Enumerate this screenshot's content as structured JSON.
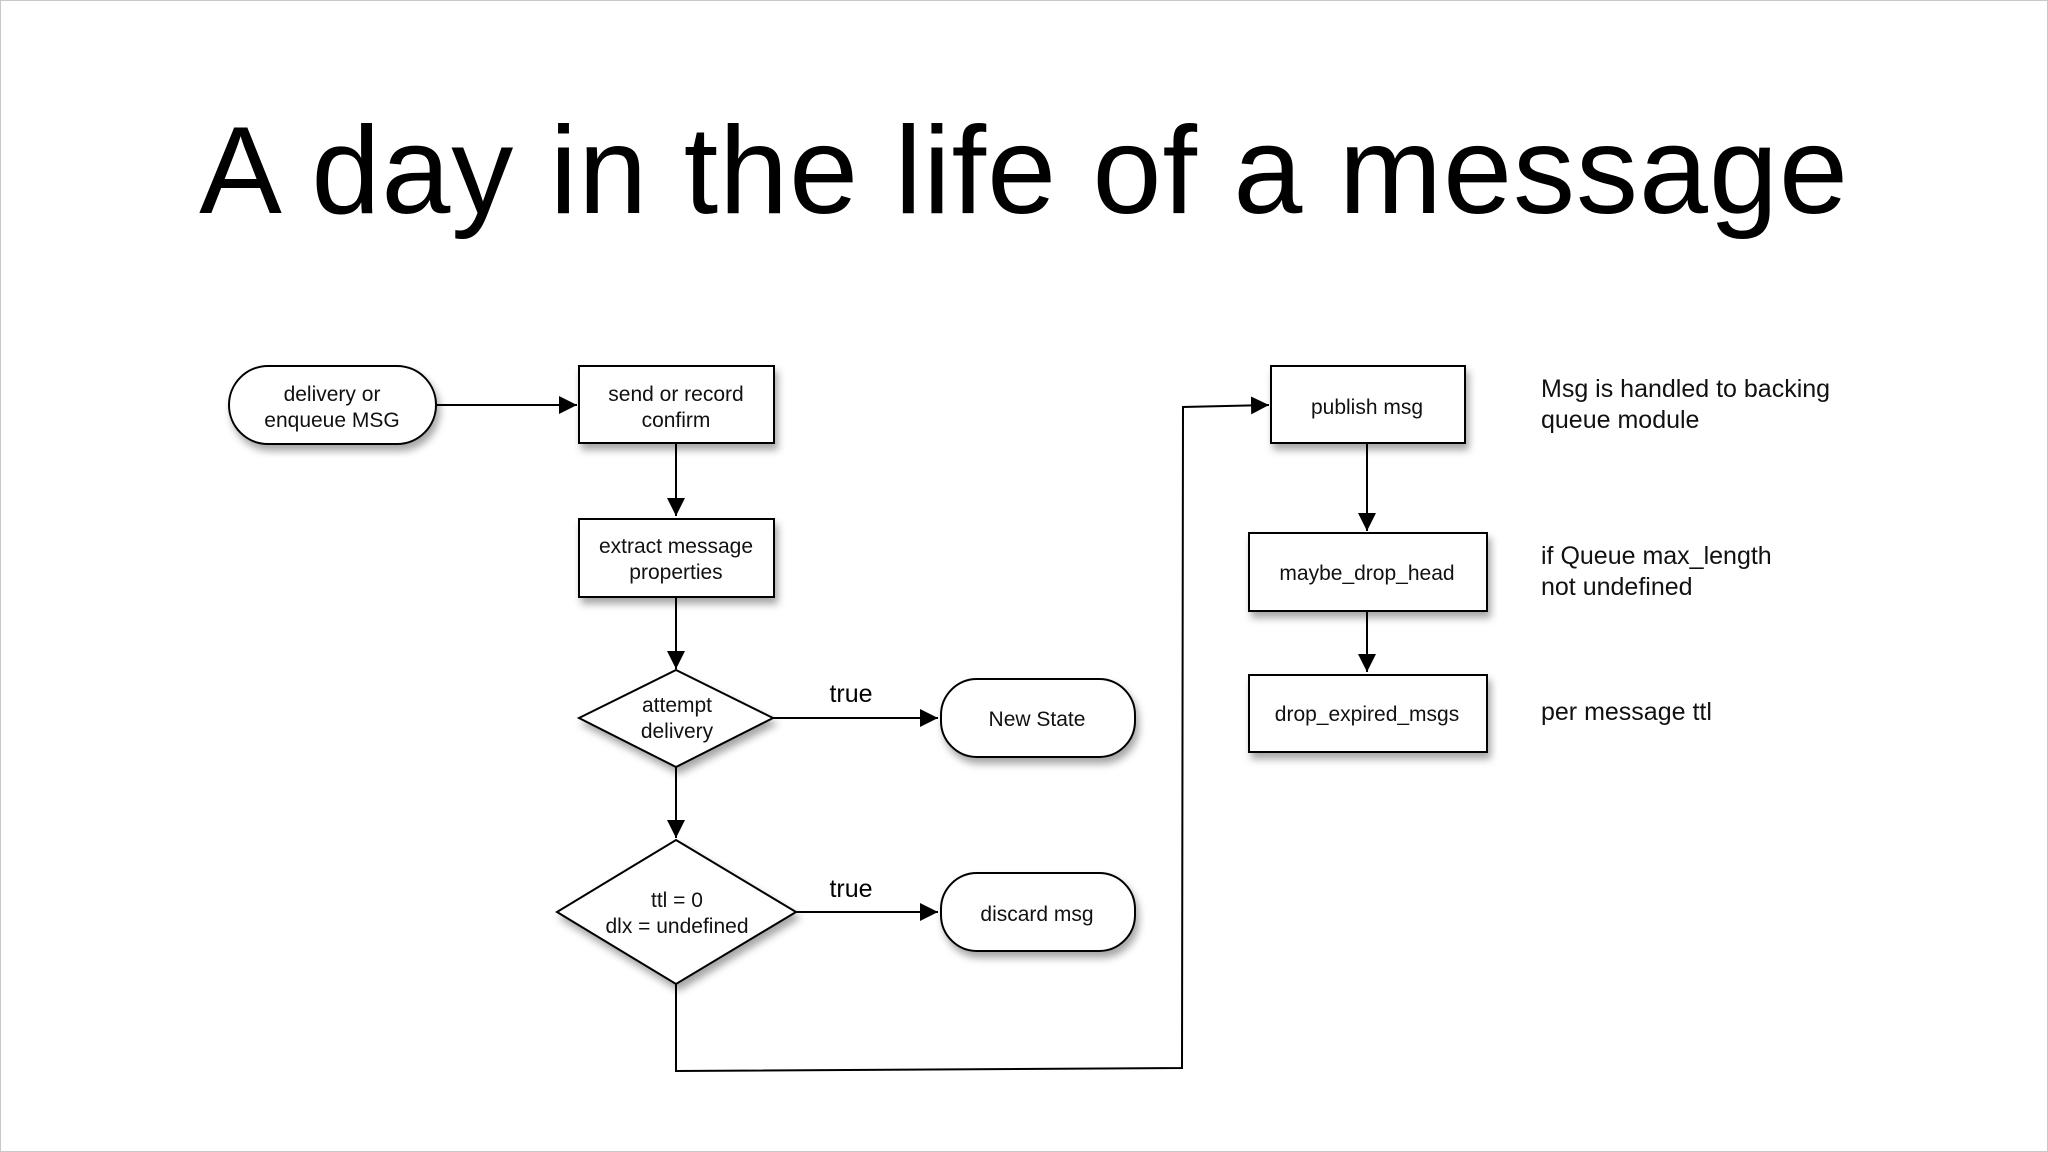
{
  "title": "A day in the life of a message",
  "nodes": {
    "delivery": {
      "line1": "delivery or",
      "line2": "enqueue MSG"
    },
    "send_confirm": {
      "line1": "send or record",
      "line2": "confirm"
    },
    "extract": {
      "line1": "extract message",
      "line2": "properties"
    },
    "attempt": {
      "line1": "attempt",
      "line2": "delivery"
    },
    "new_state": {
      "line1": "New State"
    },
    "ttl": {
      "line1": "ttl = 0",
      "line2": "dlx = undefined"
    },
    "discard": {
      "line1": "discard msg"
    },
    "publish": {
      "line1": "publish msg"
    },
    "drop_head": {
      "line1": "maybe_drop_head"
    },
    "drop_expired": {
      "line1": "drop_expired_msgs"
    }
  },
  "edge_labels": {
    "attempt_true": "true",
    "ttl_true": "true"
  },
  "notes": {
    "publish": {
      "line1": "Msg is handled to backing",
      "line2": "queue module"
    },
    "drop_head": {
      "line1": "if Queue max_length",
      "line2": "not undefined"
    },
    "drop_expired": {
      "line1": "per message ttl"
    }
  }
}
